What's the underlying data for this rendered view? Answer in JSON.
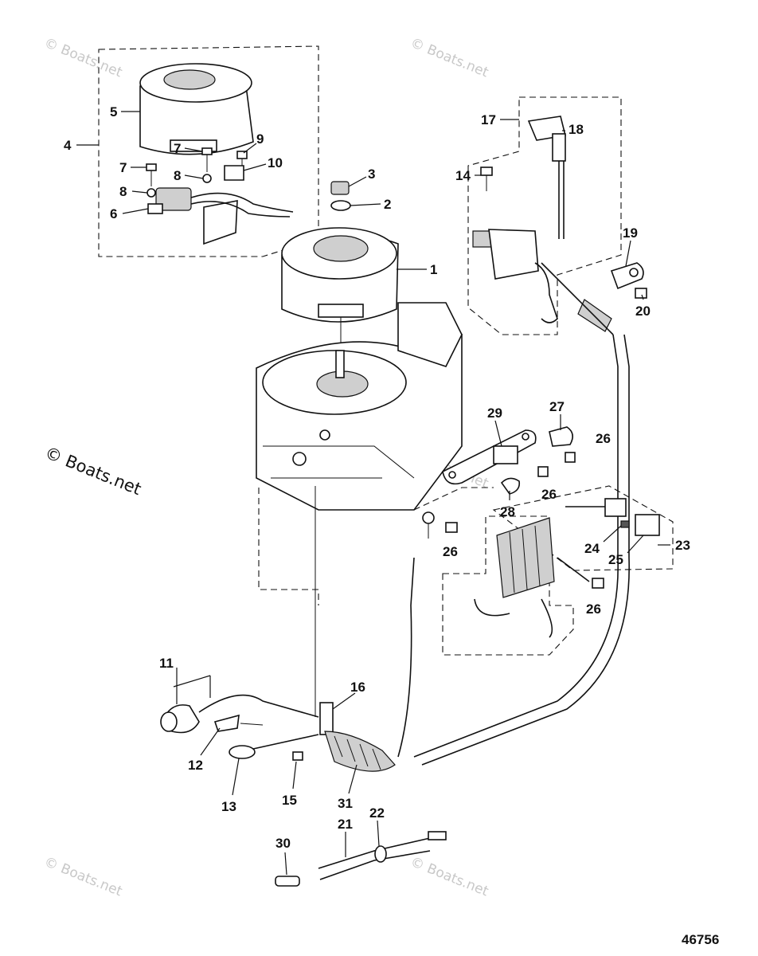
{
  "watermarks": {
    "faint": "© Boats.net",
    "strong": "© Boats.net"
  },
  "figure_number": "46756",
  "callouts": [
    {
      "id": "c1",
      "label": "1"
    },
    {
      "id": "c2",
      "label": "2"
    },
    {
      "id": "c3",
      "label": "3"
    },
    {
      "id": "c4",
      "label": "4"
    },
    {
      "id": "c5",
      "label": "5"
    },
    {
      "id": "c6",
      "label": "6"
    },
    {
      "id": "c7a",
      "label": "7"
    },
    {
      "id": "c7b",
      "label": "7"
    },
    {
      "id": "c8a",
      "label": "8"
    },
    {
      "id": "c8b",
      "label": "8"
    },
    {
      "id": "c9",
      "label": "9"
    },
    {
      "id": "c10",
      "label": "10"
    },
    {
      "id": "c11",
      "label": "11"
    },
    {
      "id": "c12",
      "label": "12"
    },
    {
      "id": "c13",
      "label": "13"
    },
    {
      "id": "c14",
      "label": "14"
    },
    {
      "id": "c15",
      "label": "15"
    },
    {
      "id": "c16",
      "label": "16"
    },
    {
      "id": "c17",
      "label": "17"
    },
    {
      "id": "c18",
      "label": "18"
    },
    {
      "id": "c19",
      "label": "19"
    },
    {
      "id": "c20",
      "label": "20"
    },
    {
      "id": "c21",
      "label": "21"
    },
    {
      "id": "c22",
      "label": "22"
    },
    {
      "id": "c23",
      "label": "23"
    },
    {
      "id": "c24",
      "label": "24"
    },
    {
      "id": "c25",
      "label": "25"
    },
    {
      "id": "c26a",
      "label": "26"
    },
    {
      "id": "c26b",
      "label": "26"
    },
    {
      "id": "c26c",
      "label": "26"
    },
    {
      "id": "c26d",
      "label": "26"
    },
    {
      "id": "c27",
      "label": "27"
    },
    {
      "id": "c28",
      "label": "28"
    },
    {
      "id": "c29",
      "label": "29"
    },
    {
      "id": "c30",
      "label": "30"
    },
    {
      "id": "c31",
      "label": "31"
    }
  ]
}
